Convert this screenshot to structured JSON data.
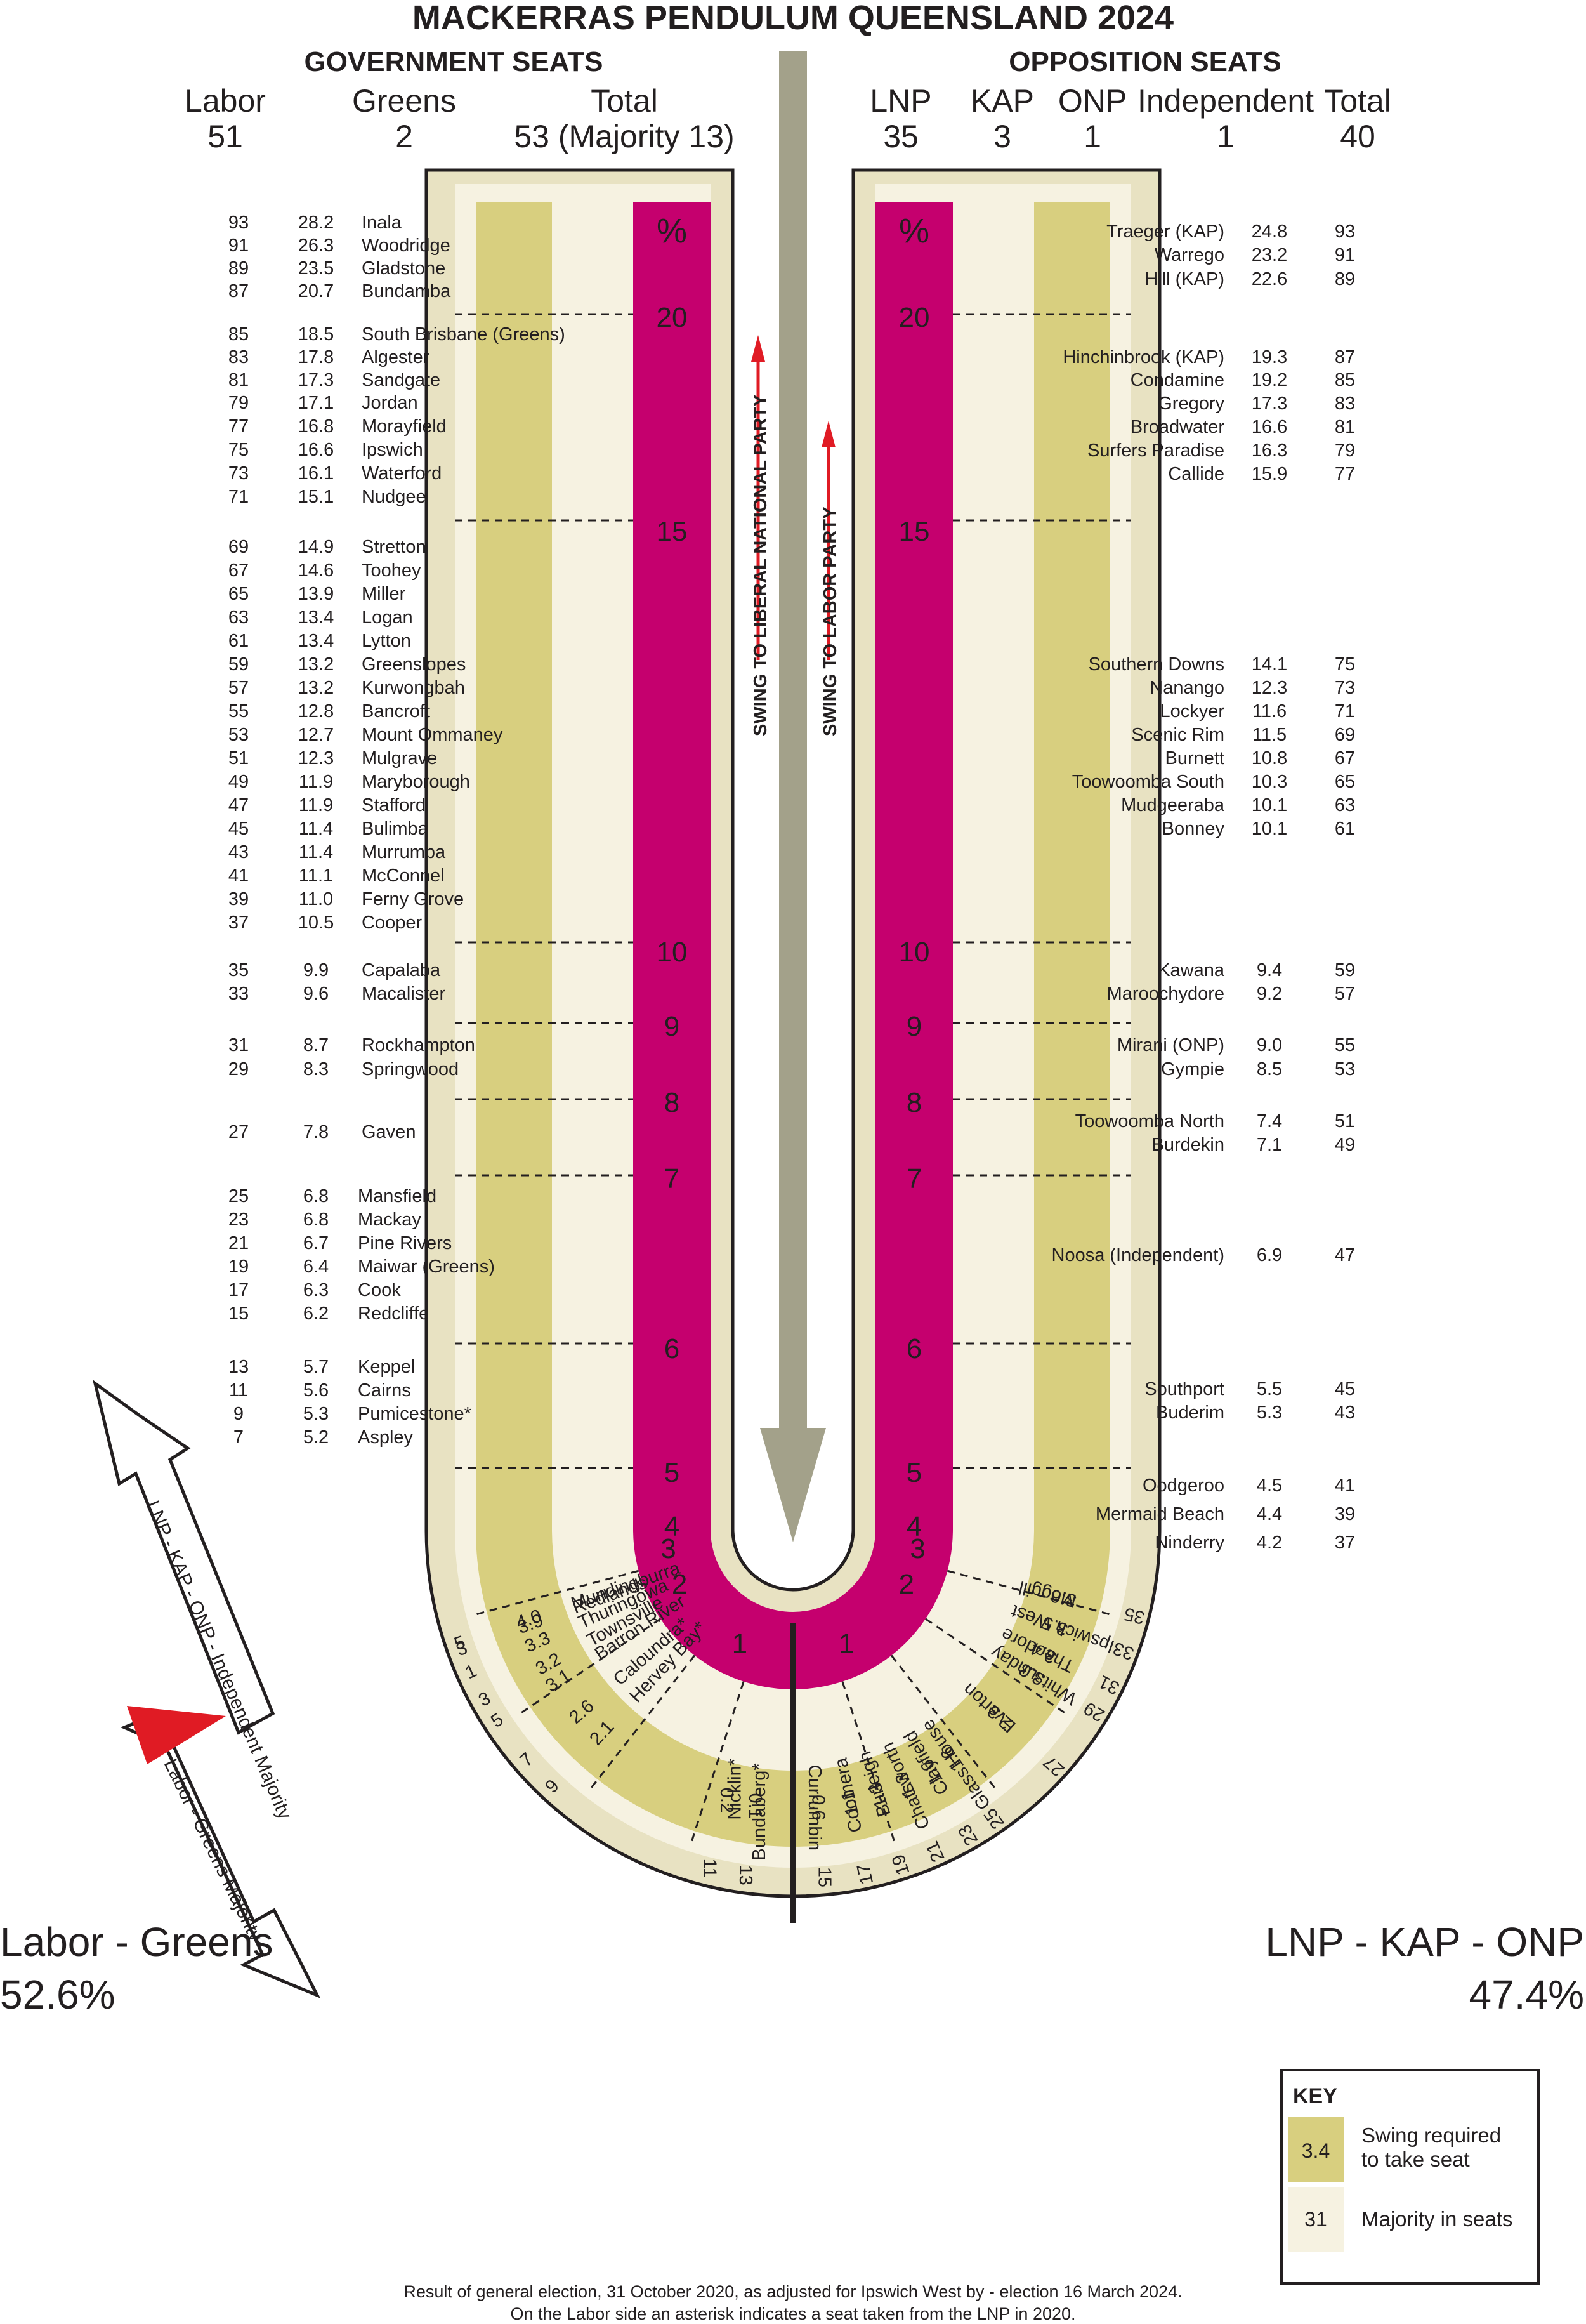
{
  "title": "MACKERRAS PENDULUM QUEENSLAND 2024",
  "government": {
    "heading": "GOVERNMENT SEATS",
    "columns": [
      {
        "label": "Labor",
        "value": "51"
      },
      {
        "label": "Greens",
        "value": "2"
      },
      {
        "label": "Total",
        "value": "53 (Majority 13)"
      }
    ]
  },
  "opposition": {
    "heading": "OPPOSITION SEATS",
    "columns": [
      {
        "label": "LNP",
        "value": "35"
      },
      {
        "label": "KAP",
        "value": "3"
      },
      {
        "label": "ONP",
        "value": "1"
      },
      {
        "label": "Independent",
        "value": "1"
      },
      {
        "label": "Total",
        "value": "40"
      }
    ]
  },
  "arrows": {
    "to_lnp": "SWING TO LIBERAL NATIONAL PARTY",
    "to_labor": "SWING TO LABOR PARTY"
  },
  "left_total": {
    "label": "Labor - Greens",
    "value": "52.6%"
  },
  "right_total": {
    "label": "LNP - KAP - ONP",
    "value": "47.4%"
  },
  "majority_arrows": {
    "up": "LNP - KAP - ONP - Independent Majority",
    "down": "Labor - Greens Majority"
  },
  "key": {
    "title": "KEY",
    "swing_sample": "3.4",
    "swing_label_1": "Swing required",
    "swing_label_2": "to take seat",
    "seats_sample": "31",
    "seats_label": "Majority in seats"
  },
  "footer": {
    "line1": "Result of general election, 31 October 2020, as adjusted for Ipswich West by - election 16 March 2024.",
    "line2": "On the Labor side an asterisk indicates a seat taken from the LNP in 2020."
  },
  "colors": {
    "magenta": "#c5006e",
    "olive": "#d8cf7f",
    "cream": "#f6f2e1",
    "sand": "#e8e2c2",
    "arrow_grey": "#a3a18a",
    "red": "#e01b24"
  },
  "scale_labels": {
    "percent": "%",
    "ticks": [
      "20",
      "15",
      "10",
      "9",
      "8",
      "7",
      "6",
      "5",
      "4",
      "3",
      "2",
      "1"
    ]
  },
  "chart_data": {
    "type": "table",
    "title": "MACKERRAS PENDULUM QUEENSLAND 2024",
    "government_seats": [
      {
        "seat": "Inala",
        "margin": 28.2,
        "majority": "93"
      },
      {
        "seat": "Woodridge",
        "margin": 26.3,
        "majority": "91"
      },
      {
        "seat": "Gladstone",
        "margin": 23.5,
        "majority": "89"
      },
      {
        "seat": "Bundamba",
        "margin": 20.7,
        "majority": "87"
      },
      {
        "seat": "South Brisbane (Greens)",
        "margin": 18.5,
        "majority": "85"
      },
      {
        "seat": "Algester",
        "margin": 17.8,
        "majority": "83"
      },
      {
        "seat": "Sandgate",
        "margin": 17.3,
        "majority": "81"
      },
      {
        "seat": "Jordan",
        "margin": 17.1,
        "majority": "79"
      },
      {
        "seat": "Morayfield",
        "margin": 16.8,
        "majority": "77"
      },
      {
        "seat": "Ipswich",
        "margin": 16.6,
        "majority": "75"
      },
      {
        "seat": "Waterford",
        "margin": 16.1,
        "majority": "73"
      },
      {
        "seat": "Nudgee",
        "margin": 15.1,
        "majority": "71"
      },
      {
        "seat": "Stretton",
        "margin": 14.9,
        "majority": "69"
      },
      {
        "seat": "Toohey",
        "margin": 14.6,
        "majority": "67"
      },
      {
        "seat": "Miller",
        "margin": 13.9,
        "majority": "65"
      },
      {
        "seat": "Logan",
        "margin": 13.4,
        "majority": "63"
      },
      {
        "seat": "Lytton",
        "margin": 13.4,
        "majority": "61"
      },
      {
        "seat": "Greenslopes",
        "margin": 13.2,
        "majority": "59"
      },
      {
        "seat": "Kurwongbah",
        "margin": 13.2,
        "majority": "57"
      },
      {
        "seat": "Bancroft",
        "margin": 12.8,
        "majority": "55"
      },
      {
        "seat": "Mount Ommaney",
        "margin": 12.7,
        "majority": "53"
      },
      {
        "seat": "Mulgrave",
        "margin": 12.3,
        "majority": "51"
      },
      {
        "seat": "Maryborough",
        "margin": 11.9,
        "majority": "49"
      },
      {
        "seat": "Stafford",
        "margin": 11.9,
        "majority": "47"
      },
      {
        "seat": "Bulimba",
        "margin": 11.4,
        "majority": "45"
      },
      {
        "seat": "Murrumba",
        "margin": 11.4,
        "majority": "43"
      },
      {
        "seat": "McConnel",
        "margin": 11.1,
        "majority": "41"
      },
      {
        "seat": "Ferny Grove",
        "margin": 11.0,
        "majority": "39"
      },
      {
        "seat": "Cooper",
        "margin": 10.5,
        "majority": "37"
      },
      {
        "seat": "Capalaba",
        "margin": 9.9,
        "majority": "35"
      },
      {
        "seat": "Macalister",
        "margin": 9.6,
        "majority": "33"
      },
      {
        "seat": "Rockhampton",
        "margin": 8.7,
        "majority": "31"
      },
      {
        "seat": "Springwood",
        "margin": 8.3,
        "majority": "29"
      },
      {
        "seat": "Gaven",
        "margin": 7.8,
        "majority": "27"
      },
      {
        "seat": "Mansfield",
        "margin": 6.8,
        "majority": "25"
      },
      {
        "seat": "Mackay",
        "margin": 6.8,
        "majority": "23"
      },
      {
        "seat": "Pine Rivers",
        "margin": 6.7,
        "majority": "21"
      },
      {
        "seat": "Maiwar (Greens)",
        "margin": 6.4,
        "majority": "19"
      },
      {
        "seat": "Cook",
        "margin": 6.3,
        "majority": "17"
      },
      {
        "seat": "Redcliffe",
        "margin": 6.2,
        "majority": "15"
      },
      {
        "seat": "Keppel",
        "margin": 5.7,
        "majority": "13"
      },
      {
        "seat": "Cairns",
        "margin": 5.6,
        "majority": "11"
      },
      {
        "seat": "Pumicestone*",
        "margin": 5.3,
        "majority": "9"
      },
      {
        "seat": "Aspley",
        "margin": 5.2,
        "majority": "7"
      },
      {
        "seat": "Mundingburra",
        "margin": 4.0,
        "majority": "5"
      },
      {
        "seat": "Redlands",
        "margin": 3.9,
        "majority": "3"
      },
      {
        "seat": "Thuringowa",
        "margin": 3.3,
        "majority": "1"
      },
      {
        "seat": "Townsville",
        "margin": 3.2,
        "majority": "3"
      },
      {
        "seat": "Barron River",
        "margin": 3.1,
        "majority": "5"
      },
      {
        "seat": "Caloundra*",
        "margin": 2.6,
        "majority": "7"
      },
      {
        "seat": "Hervey Bay*",
        "margin": 2.1,
        "majority": "9"
      },
      {
        "seat": "Nicklin*",
        "margin": 0.2,
        "majority": "11"
      },
      {
        "seat": "Bundaberg*",
        "margin": 0.1,
        "majority": "13"
      }
    ],
    "opposition_seats": [
      {
        "seat": "Traeger (KAP)",
        "margin": 24.8,
        "majority": "93"
      },
      {
        "seat": "Warrego",
        "margin": 23.2,
        "majority": "91"
      },
      {
        "seat": "Hill (KAP)",
        "margin": 22.6,
        "majority": "89"
      },
      {
        "seat": "Hinchinbrook (KAP)",
        "margin": 19.3,
        "majority": "87"
      },
      {
        "seat": "Condamine",
        "margin": 19.2,
        "majority": "85"
      },
      {
        "seat": "Gregory",
        "margin": 17.3,
        "majority": "83"
      },
      {
        "seat": "Broadwater",
        "margin": 16.6,
        "majority": "81"
      },
      {
        "seat": "Surfers Paradise",
        "margin": 16.3,
        "majority": "79"
      },
      {
        "seat": "Callide",
        "margin": 15.9,
        "majority": "77"
      },
      {
        "seat": "Southern Downs",
        "margin": 14.1,
        "majority": "75"
      },
      {
        "seat": "Nanango",
        "margin": 12.3,
        "majority": "73"
      },
      {
        "seat": "Lockyer",
        "margin": 11.6,
        "majority": "71"
      },
      {
        "seat": "Scenic Rim",
        "margin": 11.5,
        "majority": "69"
      },
      {
        "seat": "Burnett",
        "margin": 10.8,
        "majority": "67"
      },
      {
        "seat": "Toowoomba South",
        "margin": 10.3,
        "majority": "65"
      },
      {
        "seat": "Mudgeeraba",
        "margin": 10.1,
        "majority": "63"
      },
      {
        "seat": "Bonney",
        "margin": 10.1,
        "majority": "61"
      },
      {
        "seat": "Kawana",
        "margin": 9.4,
        "majority": "59"
      },
      {
        "seat": "Maroochydore",
        "margin": 9.2,
        "majority": "57"
      },
      {
        "seat": "Mirani (ONP)",
        "margin": 9.0,
        "majority": "55"
      },
      {
        "seat": "Gympie",
        "margin": 8.5,
        "majority": "53"
      },
      {
        "seat": "Toowoomba North",
        "margin": 7.4,
        "majority": "51"
      },
      {
        "seat": "Burdekin",
        "margin": 7.1,
        "majority": "49"
      },
      {
        "seat": "Noosa (Independent)",
        "margin": 6.9,
        "majority": "47"
      },
      {
        "seat": "Southport",
        "margin": 5.5,
        "majority": "45"
      },
      {
        "seat": "Buderim",
        "margin": 5.3,
        "majority": "43"
      },
      {
        "seat": "Oodgeroo",
        "margin": 4.5,
        "majority": "41"
      },
      {
        "seat": "Mermaid Beach",
        "margin": 4.4,
        "majority": "39"
      },
      {
        "seat": "Ninderry",
        "margin": 4.2,
        "majority": "37"
      },
      {
        "seat": "Moggill",
        "margin": 3.6,
        "majority": "35"
      },
      {
        "seat": "Ipswich West",
        "margin": 3.5,
        "majority": "33"
      },
      {
        "seat": "Theodore",
        "margin": 3.4,
        "majority": "31"
      },
      {
        "seat": "Whitsunday",
        "margin": 3.3,
        "majority": "29"
      },
      {
        "seat": "Everton",
        "margin": 2.3,
        "majority": "27"
      },
      {
        "seat": "Glass House",
        "margin": 1.6,
        "majority": "25"
      },
      {
        "seat": "Clayfield",
        "margin": 1.6,
        "majority": "23"
      },
      {
        "seat": "Chatsworth",
        "margin": 1.3,
        "majority": "21"
      },
      {
        "seat": "Burleigh",
        "margin": 1.3,
        "majority": "19"
      },
      {
        "seat": "Coomera",
        "margin": 1.1,
        "majority": "17"
      },
      {
        "seat": "Currumbin",
        "margin": 0.6,
        "majority": "15"
      }
    ]
  }
}
